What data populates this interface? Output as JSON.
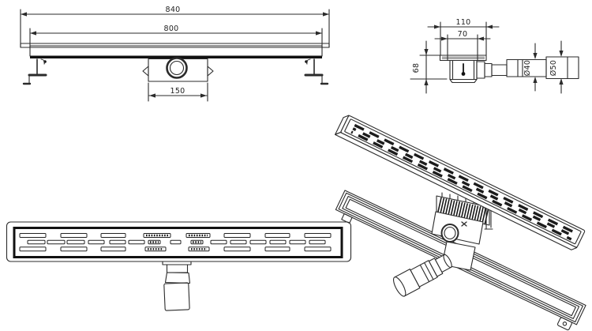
{
  "drawing": {
    "background_color": "#ffffff",
    "line_color": "#2b2b2b",
    "dimensions": {
      "side_view": {
        "overall_length": "840",
        "inner_length": "800",
        "trap_width": "150"
      },
      "end_view": {
        "flange_width": "110",
        "inner_width": "70",
        "body_height": "68",
        "outlet_small": "Ø40",
        "outlet_large": "Ø50"
      }
    }
  }
}
